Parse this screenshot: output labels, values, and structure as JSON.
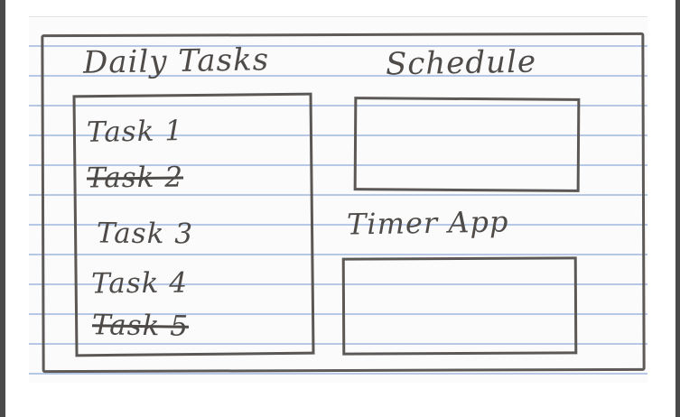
{
  "sketch": {
    "daily_tasks": {
      "title": "Daily Tasks",
      "items": [
        {
          "label": "Task 1",
          "completed": false
        },
        {
          "label": "Task 2",
          "completed": true
        },
        {
          "label": "Task 3",
          "completed": false
        },
        {
          "label": "Task 4",
          "completed": false
        },
        {
          "label": "Task 5",
          "completed": true
        }
      ]
    },
    "schedule": {
      "title": "Schedule"
    },
    "timer_app": {
      "title": "Timer App"
    }
  }
}
